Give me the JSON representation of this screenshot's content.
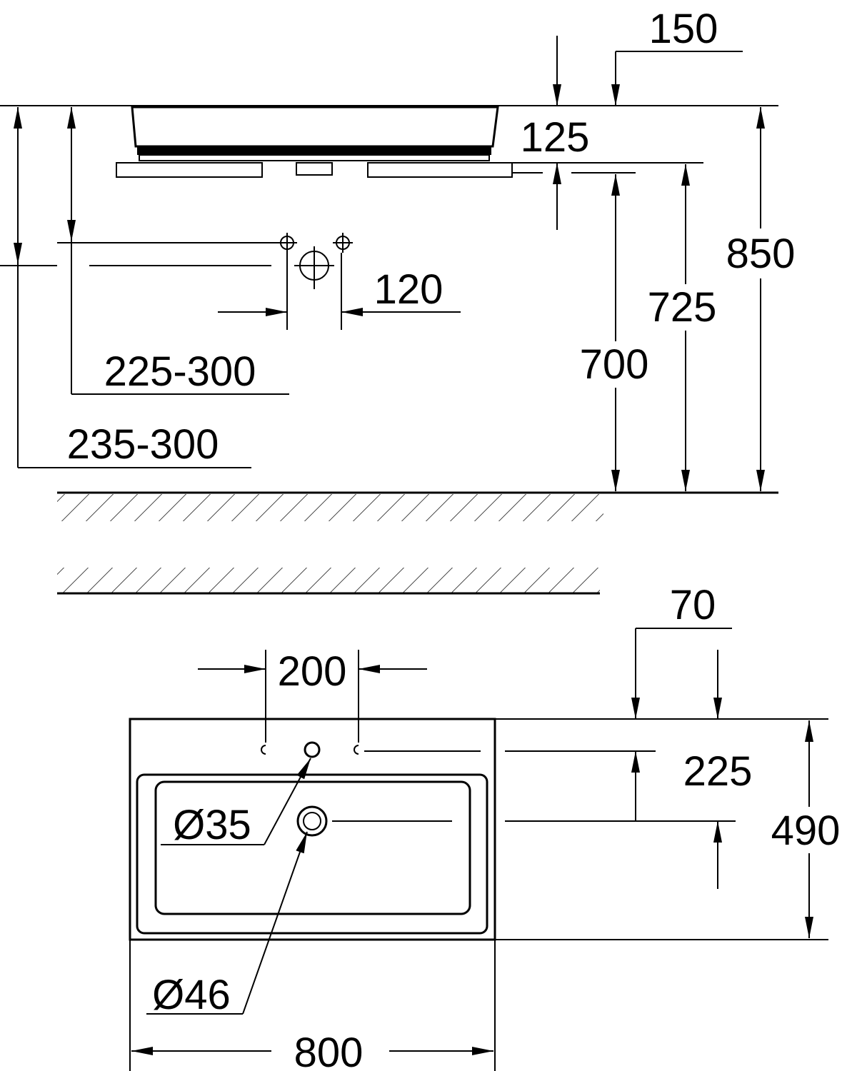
{
  "side_view": {
    "labels": {
      "d150": "150",
      "d125": "125",
      "d850": "850",
      "d725": "725",
      "d700": "700",
      "d120": "120",
      "d225_300": "225-300",
      "d235_300": "235-300"
    }
  },
  "top_view": {
    "labels": {
      "d70": "70",
      "d200": "200",
      "d225": "225",
      "d490": "490",
      "dia35": "Ø35",
      "dia46": "Ø46",
      "d800": "800"
    }
  }
}
